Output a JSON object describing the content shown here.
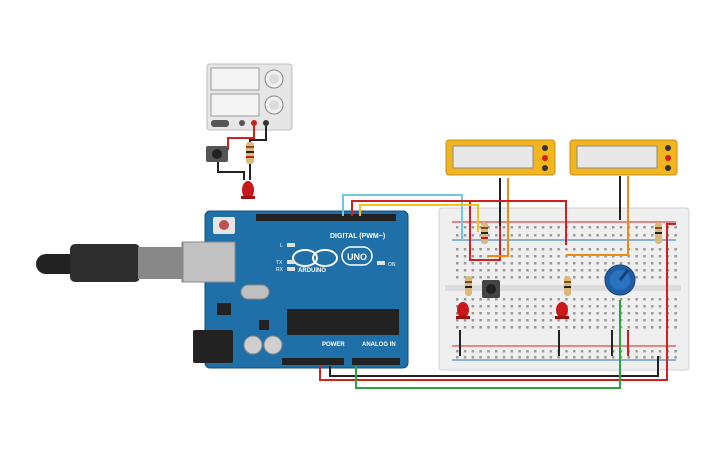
{
  "arduino": {
    "digital_header_label": "DIGITAL (PWM~)",
    "analog_header_label": "ANALOG IN",
    "power_header_label": "POWER",
    "brand_label": "ARDUINO",
    "model_label": "UNO",
    "on_label": "ON",
    "tx_label": "TX",
    "rx_label": "RX",
    "l_label": "L"
  },
  "colors": {
    "board": "#1f6fa8",
    "breadboard": "#efefef",
    "multimeter": "#f2b51e",
    "wire_red": "#d02020",
    "wire_black": "#222222",
    "wire_green": "#2aa640",
    "wire_blue": "#6ec8e4",
    "wire_orange": "#f08a16",
    "wire_yellow": "#f2c21a",
    "led": "#c8181a",
    "potentiometer": "#1f5fa8"
  },
  "icons": {
    "usb_cable": "usb-cable-icon",
    "power_supply": "power-supply-icon",
    "pushbutton": "pushbutton-icon",
    "potentiometer": "potentiometer-icon"
  }
}
